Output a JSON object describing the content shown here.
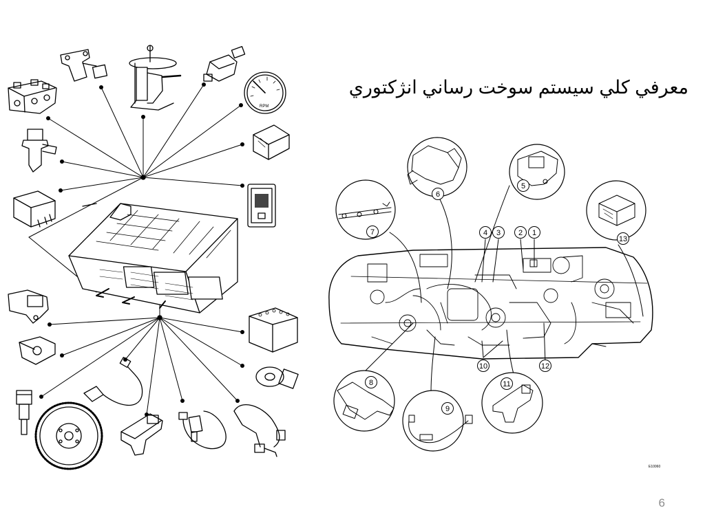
{
  "slide": {
    "title": "معرفي كلي سيستم سوخت رساني انژکتوري",
    "page_number": "6"
  },
  "engine_bay": {
    "callouts": [
      "1",
      "2",
      "3",
      "4",
      "5",
      "6",
      "7",
      "8",
      "9",
      "10",
      "11",
      "12",
      "13"
    ],
    "figure_code": "E10060"
  },
  "components": {
    "rpm_label": "RPM"
  }
}
